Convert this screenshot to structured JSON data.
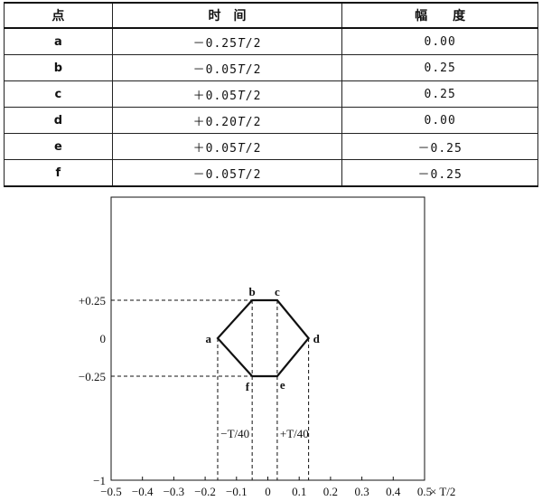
{
  "table": {
    "headers": [
      "点",
      "时　间",
      "幅　　度"
    ],
    "rows": [
      {
        "point": "a",
        "time_sign": "－0.25",
        "time_var": "T",
        "time_div": "/2",
        "amp": "0.00"
      },
      {
        "point": "b",
        "time_sign": "－0.05",
        "time_var": "T",
        "time_div": "/2",
        "amp": "0.25"
      },
      {
        "point": "c",
        "time_sign": "＋0.05",
        "time_var": "T",
        "time_div": "/2",
        "amp": "0.25"
      },
      {
        "point": "d",
        "time_sign": "＋0.20",
        "time_var": "T",
        "time_div": "/2",
        "amp": "0.00"
      },
      {
        "point": "e",
        "time_sign": "＋0.05",
        "time_var": "T",
        "time_div": "/2",
        "amp": "－0.25"
      },
      {
        "point": "f",
        "time_sign": "－0.05",
        "time_var": "T",
        "time_div": "/2",
        "amp": "－0.25"
      }
    ]
  },
  "chart_data": {
    "type": "line",
    "xlim": [
      -0.5,
      0.5
    ],
    "ylim": [
      -1,
      1
    ],
    "x_ticks": [
      "−0.5",
      "−0.4",
      "−0.3",
      "−0.2",
      "−0.1",
      "0",
      "0.1",
      "0.2",
      "0.3",
      "0.4",
      "0.5"
    ],
    "x_unit_label": "× T/2",
    "y_tick_labels": [
      {
        "value": 0.25,
        "text": "+0.25"
      },
      {
        "value": 0,
        "text": "0"
      },
      {
        "value": -0.25,
        "text": "−0.25"
      },
      {
        "value": -1,
        "text": "−1"
      }
    ],
    "points": [
      {
        "name": "a",
        "x": -0.16,
        "y": 0.0
      },
      {
        "name": "b",
        "x": -0.05,
        "y": 0.25
      },
      {
        "name": "c",
        "x": 0.03,
        "y": 0.25
      },
      {
        "name": "d",
        "x": 0.13,
        "y": 0.0
      },
      {
        "name": "e",
        "x": 0.03,
        "y": -0.25
      },
      {
        "name": "f",
        "x": -0.05,
        "y": -0.25
      }
    ],
    "annotations": [
      "−T/40",
      "+T/40"
    ]
  }
}
